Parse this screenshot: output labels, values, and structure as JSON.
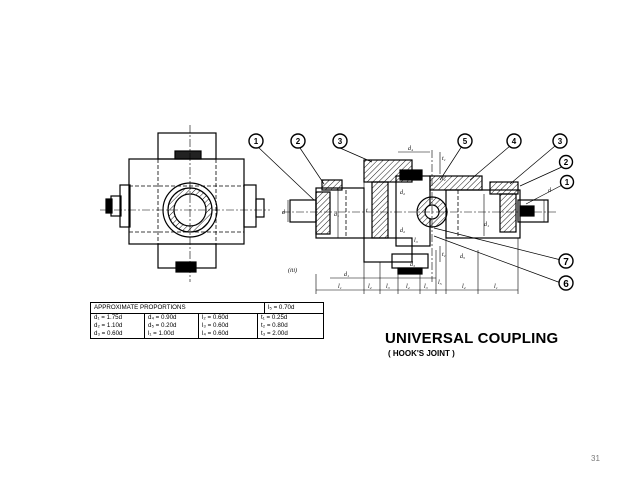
{
  "slide": {
    "number": "31"
  },
  "drawing": {
    "title": "UNIVERSAL COUPLING",
    "subtitle": "( HOOK'S JOINT )",
    "view_label": "(iii)",
    "balloons": [
      "1",
      "2",
      "3",
      "5",
      "4",
      "3",
      "2",
      "1",
      "7",
      "6"
    ],
    "dimension_labels": {
      "d": "d",
      "d1": "d₁",
      "d2": "d₂",
      "d3": "d₃",
      "d4": "d₄",
      "d5": "d₅",
      "l1": "l₁",
      "l2": "l₂",
      "l3": "l₃",
      "l4": "l₄",
      "l5": "l₅",
      "t": "t",
      "t1": "t₁",
      "t2": "t₂",
      "t3": "t₃"
    }
  },
  "proportions": {
    "heading": "APPROXIMATE PROPORTIONS",
    "extra": "l₅ = 0.70d",
    "rows": [
      [
        "d₁ = 1.75d",
        "d₄ = 0.90d",
        "l₂ = 0.60d",
        "t₁ = 0.25d"
      ],
      [
        "d₂ = 1.10d",
        "d₅ = 0.20d",
        "l₃ = 0.60d",
        "t₂ = 0.80d"
      ],
      [
        "d₃ = 0.60d",
        "l₁ = 1.00d",
        "l₄ = 0.60d",
        "t₃ = 2.00d"
      ]
    ]
  }
}
